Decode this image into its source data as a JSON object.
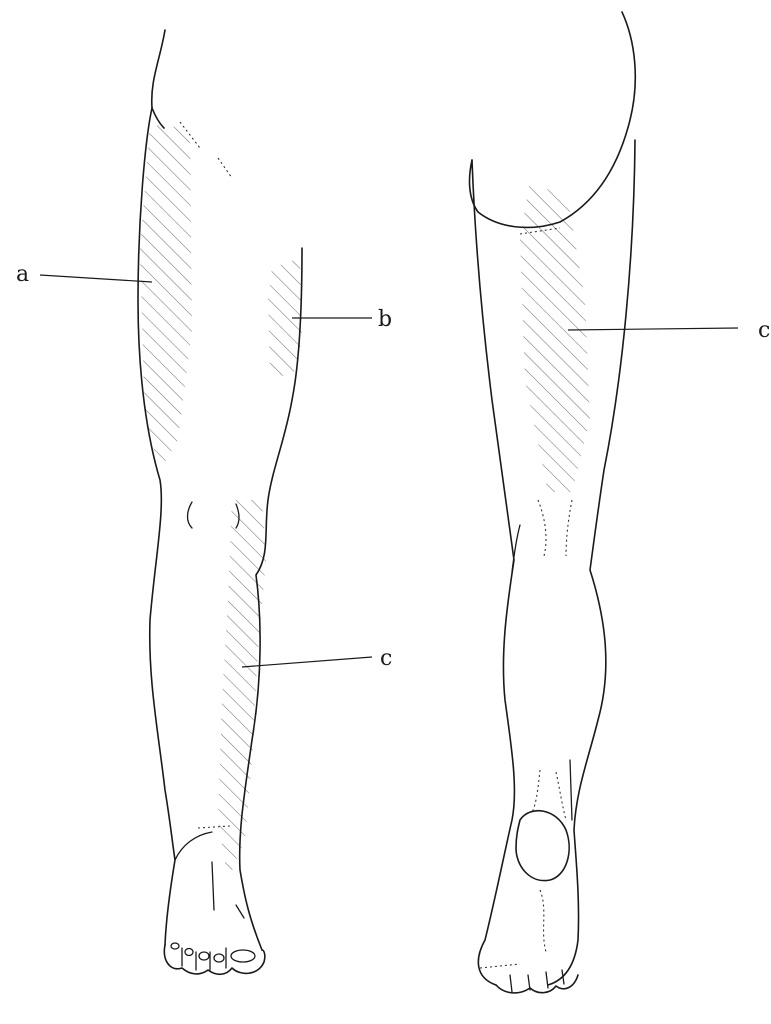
{
  "labels": {
    "a": "a",
    "b": "b",
    "c": "c",
    "d": "c"
  }
}
